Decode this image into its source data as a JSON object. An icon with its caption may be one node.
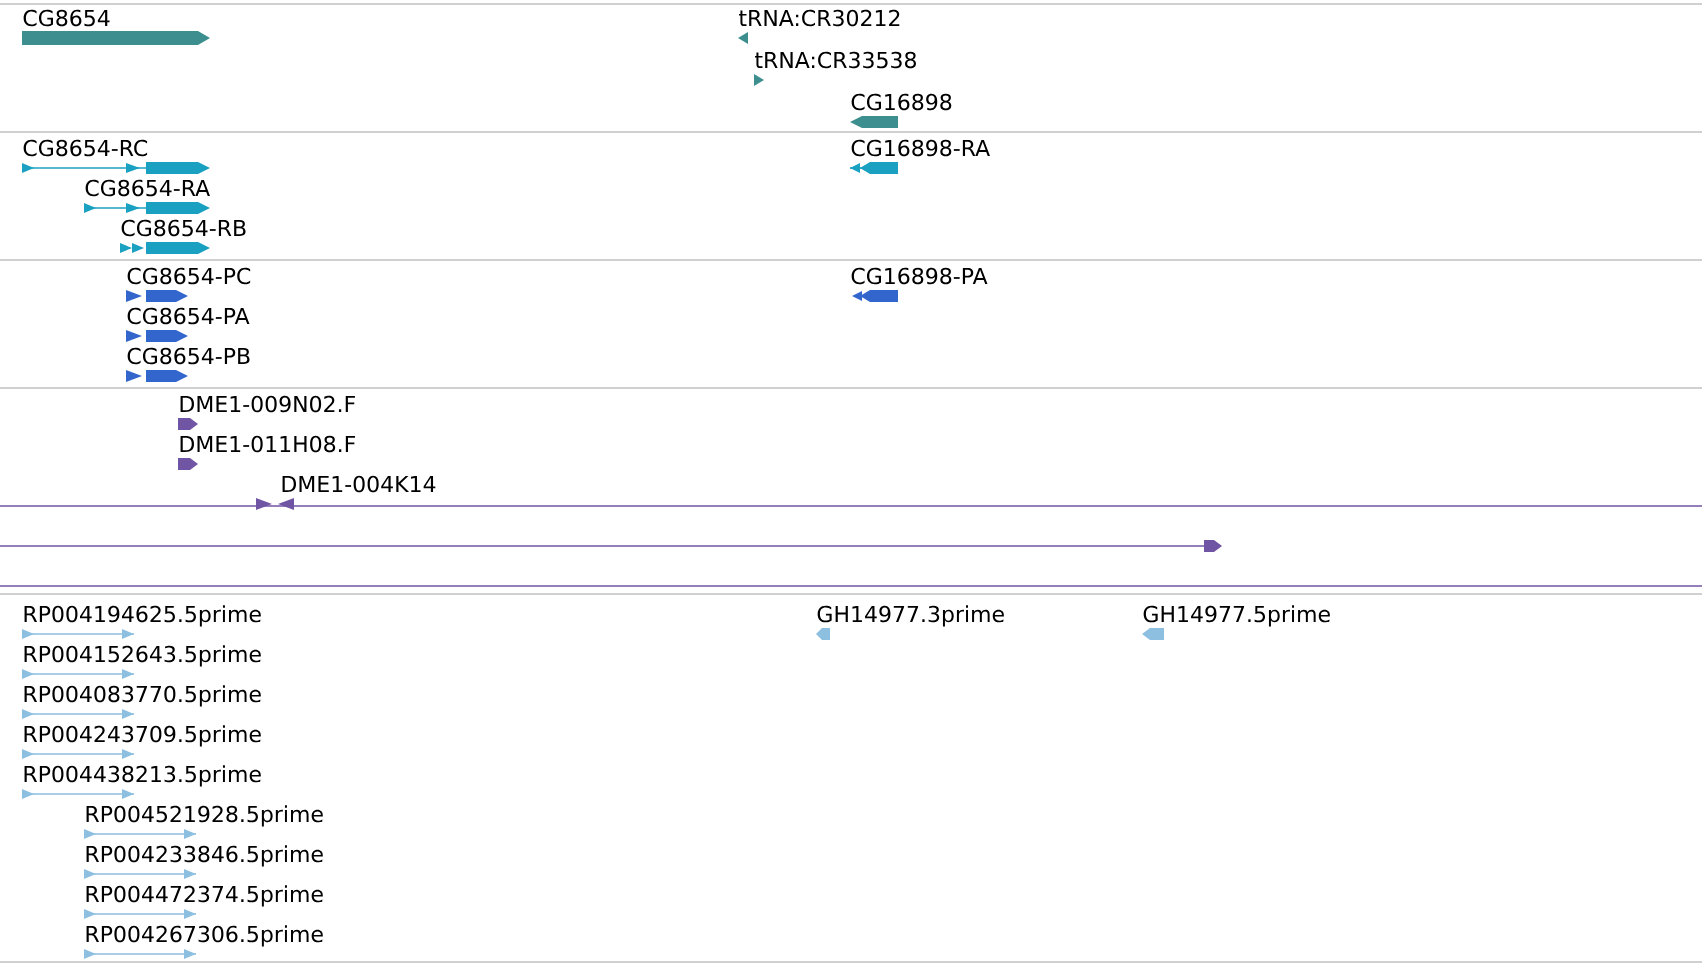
{
  "diagram": {
    "nodes": [
      {
        "text": [
          "CG8654"
        ]
      },
      {
        "text": [
          "tRNA:CR30212"
        ]
      },
      {
        "text": [
          "tRNA:CR33538"
        ]
      },
      {
        "text": [
          "CG16898"
        ]
      },
      {
        "text": [
          "CG8654-RC"
        ]
      },
      {
        "text": [
          "CG16898-RA"
        ]
      },
      {
        "text": [
          "CG8654-RA"
        ]
      },
      {
        "text": [
          "CG8654-RB"
        ]
      },
      {
        "text": [
          "CG8654-PC"
        ]
      },
      {
        "text": [
          "CG16898-PA"
        ]
      },
      {
        "text": [
          "CG8654-PA"
        ]
      },
      {
        "text": [
          "CG8654-PB"
        ]
      },
      {
        "text": [
          "DME1-009N02.F"
        ]
      },
      {
        "text": [
          "DME1-011H08.F"
        ]
      },
      {
        "text": [
          "DME1-004K14"
        ]
      },
      {
        "text": [
          "RP004194625.5prime"
        ]
      },
      {
        "text": [
          "GH14977.3prime"
        ]
      },
      {
        "text": [
          "GH14977.5prime"
        ]
      },
      {
        "text": [
          "RP004152643.5prime"
        ]
      },
      {
        "text": [
          "RP004083770.5prime"
        ]
      },
      {
        "text": [
          "RP004243709.5prime"
        ]
      },
      {
        "text": [
          "RP004438213.5prime"
        ]
      },
      {
        "text": [
          "RP004521928.5prime"
        ]
      },
      {
        "text": [
          "RP004233846.5prime"
        ]
      },
      {
        "text": [
          "RP004472374.5prime"
        ]
      },
      {
        "text": [
          "RP004267306.5prime"
        ]
      }
    ]
  }
}
